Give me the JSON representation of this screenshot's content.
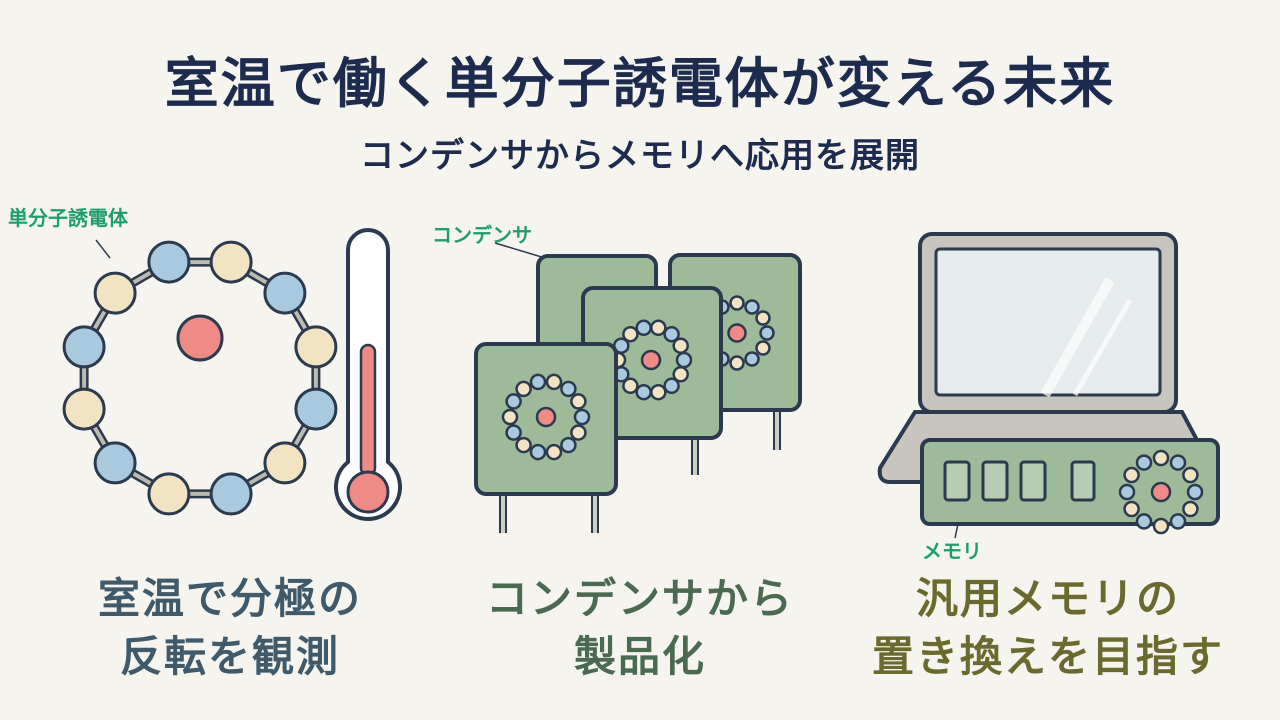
{
  "header": {
    "title": "室温で働く単分子誘電体が変える未来",
    "subtitle": "コンデンサからメモリへ応用を展開"
  },
  "labels": {
    "molecule": "単分子誘電体",
    "capacitor": "コンデンサ",
    "memory": "メモリ"
  },
  "panels": [
    {
      "caption_line1": "室温で分極の",
      "caption_line2": "反転を観測"
    },
    {
      "caption_line1": "コンデンサから",
      "caption_line2": "製品化"
    },
    {
      "caption_line1": "汎用メモリの",
      "caption_line2": "置き換えを目指す"
    }
  ],
  "colors": {
    "navy": "#1d2b4f",
    "outline": "#2b3a4f",
    "green_board": "#9dbb98",
    "pink": "#ee8b87",
    "blue_bead": "#a9c9de",
    "cream_bead": "#f2e3c2",
    "label_green": "#1f9d6b",
    "caption_slate": "#3e5a6b",
    "caption_green": "#4a6a52",
    "caption_olive": "#6b6a2e"
  }
}
